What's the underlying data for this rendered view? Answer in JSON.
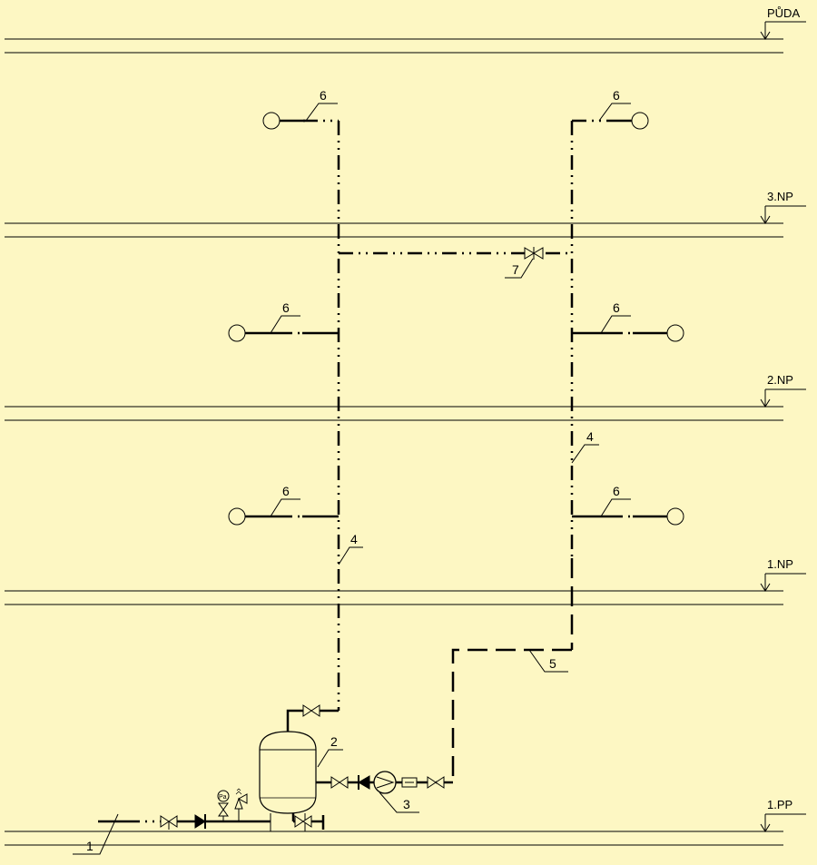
{
  "floors": [
    {
      "id": "puda",
      "label": "PŮDA"
    },
    {
      "id": "np3",
      "label": "3.NP"
    },
    {
      "id": "np2",
      "label": "2.NP"
    },
    {
      "id": "np1",
      "label": "1.NP"
    },
    {
      "id": "pp1",
      "label": "1.PP"
    }
  ],
  "callouts": {
    "c1": "1",
    "c2": "2",
    "c3": "3",
    "c4a": "4",
    "c4b": "4",
    "c5": "5",
    "c6a": "6",
    "c6b": "6",
    "c6c": "6",
    "c6d": "6",
    "c6e": "6",
    "c6f": "6",
    "c7": "7"
  },
  "gauge_label": "Pa",
  "colors": {
    "background": "#fdf7c3",
    "line": "#000000"
  }
}
